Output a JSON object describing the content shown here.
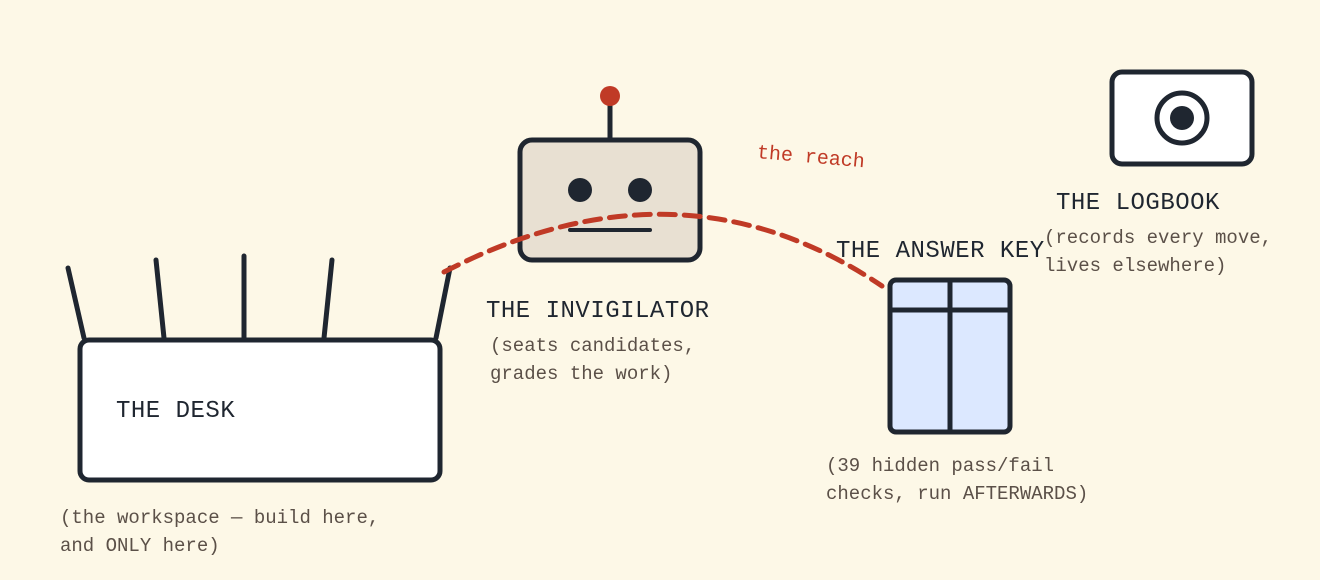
{
  "colors": {
    "background": "#fdf8e7",
    "ink": "#1f2630",
    "accent_red": "#c03a26",
    "note_text": "#5b5048",
    "robot_face": "#e8e0d2",
    "answer_key_fill": "#dce8ff",
    "desk_fill": "#ffffff"
  },
  "desk": {
    "title": "THE DESK",
    "note_line1": "(the workspace — build here,",
    "note_line2": "and ONLY here)"
  },
  "invigilator": {
    "title": "THE INVIGILATOR",
    "note_line1": "(seats candidates,",
    "note_line2": "grades the work)",
    "icon": "robot-icon"
  },
  "reach": {
    "label": "the reach"
  },
  "answer_key": {
    "title": "THE ANSWER KEY",
    "note_line1": "(39 hidden pass/fail",
    "note_line2": "checks, run AFTERWARDS)",
    "icon": "grid-table-icon"
  },
  "logbook": {
    "title": "THE LOGBOOK",
    "note_line1": "(records every move,",
    "note_line2": "lives elsewhere)",
    "icon": "camera-icon"
  }
}
